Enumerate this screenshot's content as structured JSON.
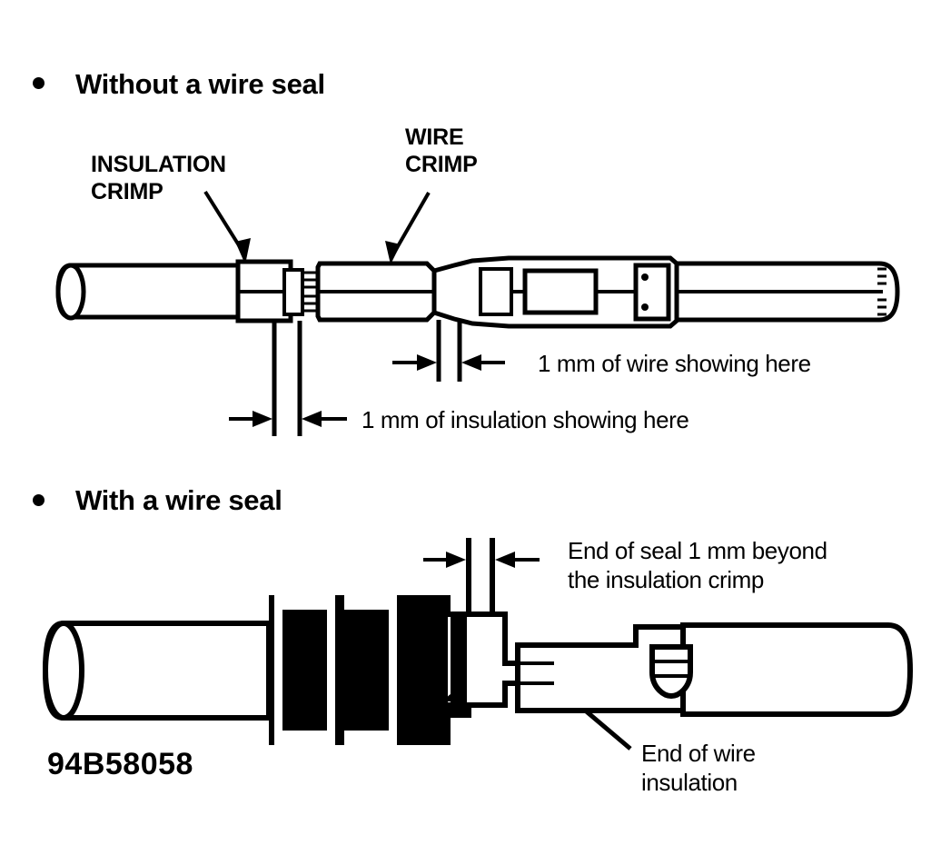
{
  "document": {
    "type": "technical-illustration",
    "subject": "Electrical terminal crimp inspection",
    "part_number": "94B58058"
  },
  "sections": [
    {
      "id": "without-seal",
      "heading": "Without a wire seal",
      "bullet": "•"
    },
    {
      "id": "with-seal",
      "heading": "With a wire seal",
      "bullet": "•"
    }
  ],
  "callouts": {
    "insulation_crimp_line1": "INSULATION",
    "insulation_crimp_line2": "CRIMP",
    "wire_crimp_line1": "WIRE",
    "wire_crimp_line2": "CRIMP",
    "end_of_wire_line1": "End of wire",
    "end_of_wire_line2": "insulation"
  },
  "dimensions": {
    "wire_showing": "1 mm of wire showing here",
    "insulation_showing": "1 mm of insulation showing here",
    "seal_beyond_line1": "End of seal 1 mm beyond",
    "seal_beyond_line2": "the insulation crimp"
  },
  "colors": {
    "ink": "#000000",
    "paper": "#ffffff"
  }
}
